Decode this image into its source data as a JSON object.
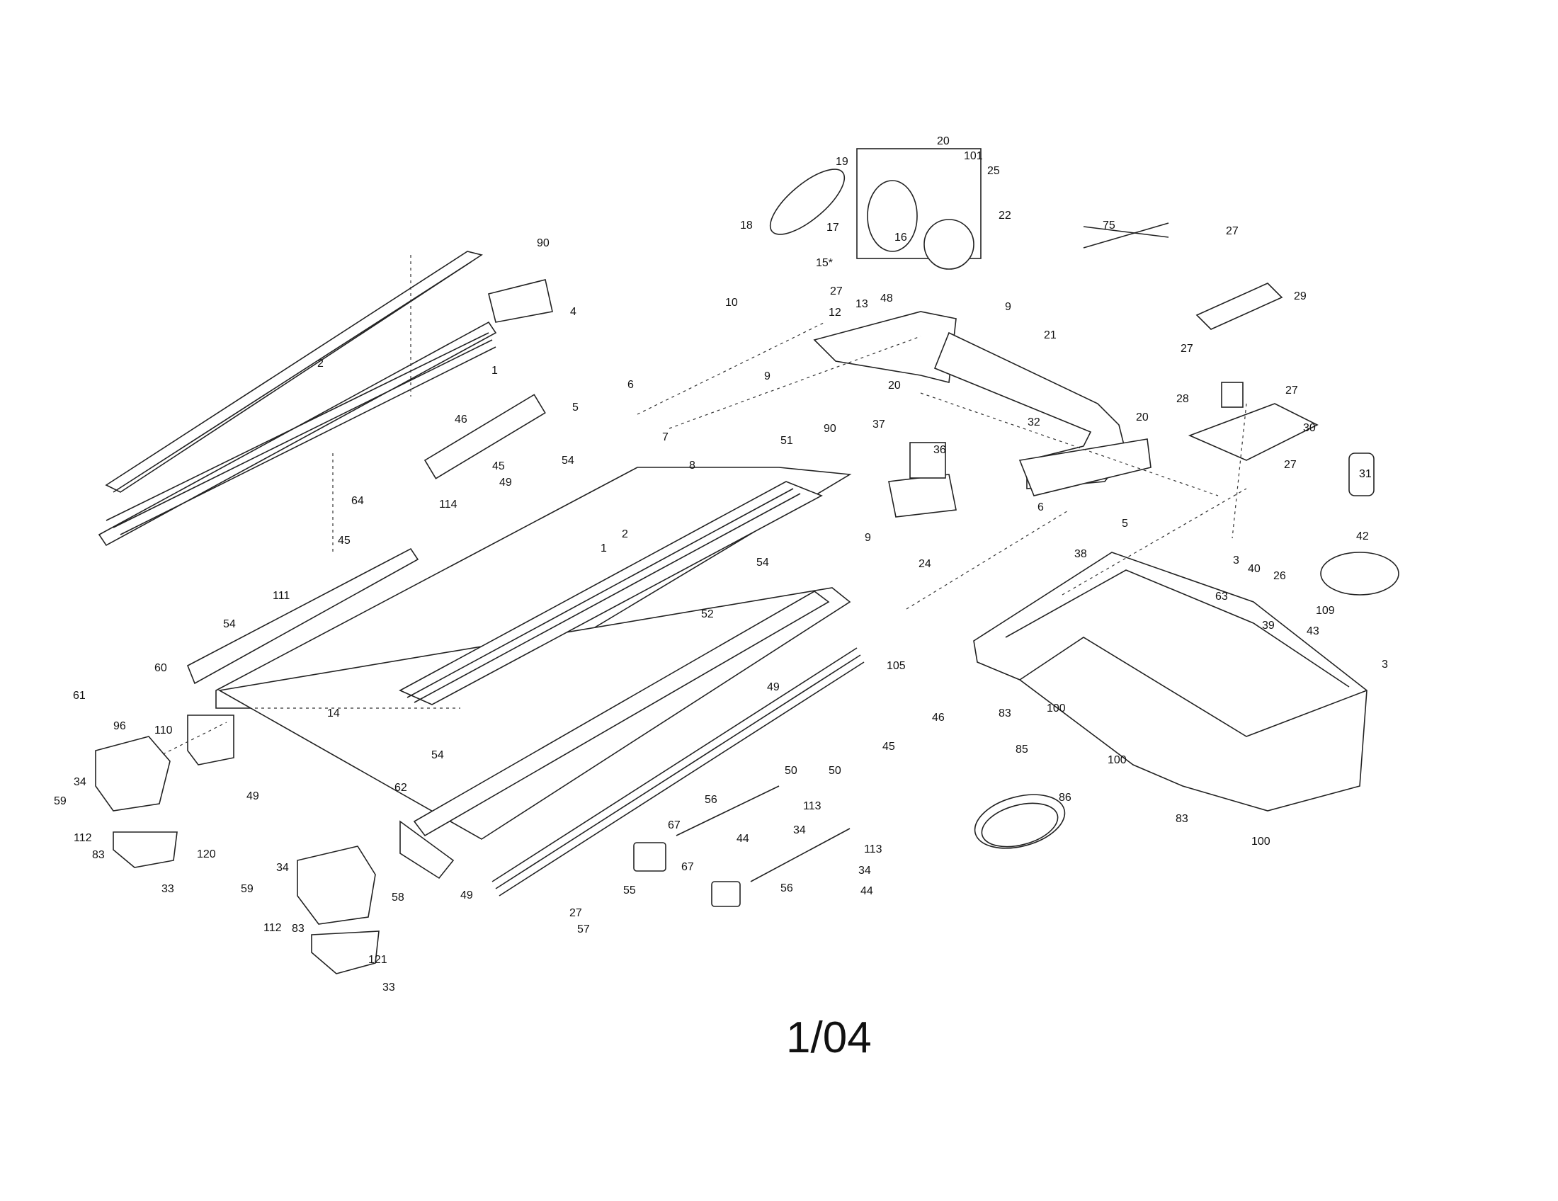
{
  "page_number": "1/04",
  "labels": [
    "90",
    "4",
    "2",
    "1",
    "6",
    "5",
    "46",
    "45",
    "49",
    "54",
    "7",
    "8",
    "64",
    "114",
    "45",
    "111",
    "54",
    "60",
    "61",
    "96",
    "110",
    "14",
    "2",
    "1",
    "54",
    "52",
    "49",
    "105",
    "46",
    "45",
    "54",
    "49",
    "62",
    "49",
    "34",
    "59",
    "112",
    "83",
    "120",
    "33",
    "34",
    "59",
    "112",
    "83",
    "58",
    "121",
    "33",
    "27",
    "57",
    "55",
    "67",
    "56",
    "113",
    "44",
    "34",
    "67",
    "56",
    "50",
    "50",
    "113",
    "34",
    "44",
    "18",
    "17",
    "15*",
    "16",
    "19",
    "20",
    "101",
    "25",
    "22",
    "10",
    "27",
    "12",
    "48",
    "13",
    "9",
    "20",
    "9",
    "21",
    "37",
    "36",
    "51",
    "90",
    "9",
    "24",
    "32",
    "6",
    "5",
    "20",
    "75",
    "27",
    "29",
    "27",
    "28",
    "27",
    "30",
    "27",
    "31",
    "38",
    "3",
    "40",
    "26",
    "42",
    "63",
    "109",
    "39",
    "43",
    "3",
    "83",
    "100",
    "100",
    "85",
    "86",
    "83",
    "100"
  ]
}
